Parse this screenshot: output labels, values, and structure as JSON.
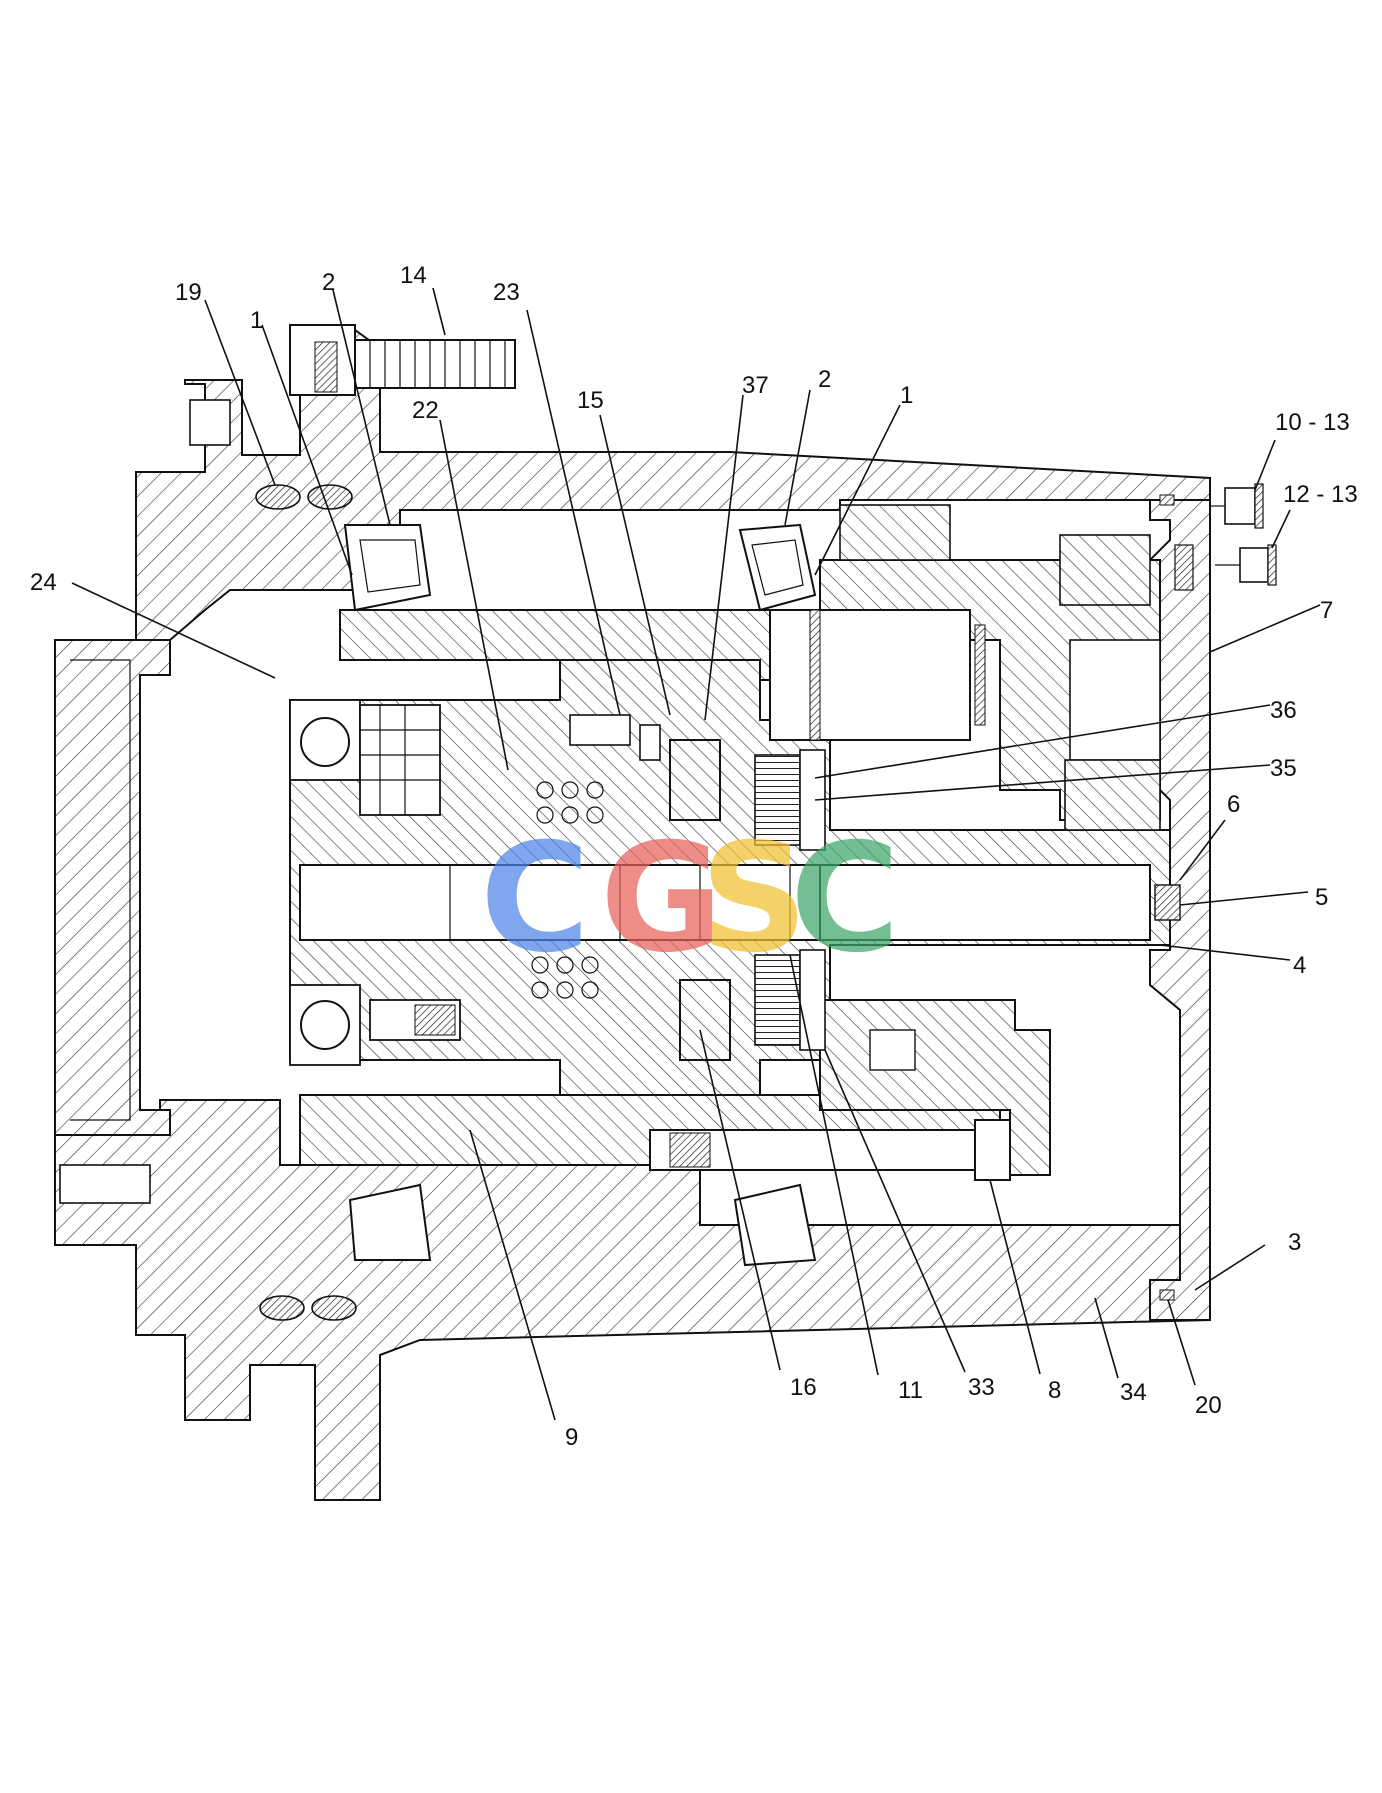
{
  "labels": {
    "l19": "19",
    "l1a": "1",
    "l2a": "2",
    "l14": "14",
    "l23": "23",
    "l22": "22",
    "l15": "15",
    "l37": "37",
    "l2b": "2",
    "l1b": "1",
    "l10_13": "10 - 13",
    "l12_13": "12 - 13",
    "l24": "24",
    "l7": "7",
    "l36": "36",
    "l35": "35",
    "l6": "6",
    "l5": "5",
    "l4": "4",
    "l3": "3",
    "l9": "9",
    "l16": "16",
    "l11": "11",
    "l33": "33",
    "l8": "8",
    "l34": "34",
    "l20": "20"
  },
  "watermark": {
    "c1": "C",
    "g": "G",
    "s": "S",
    "c2": "C",
    "colors": [
      "#4f86e8",
      "#e8605a",
      "#f2c230",
      "#3fa66a"
    ]
  },
  "colors": {
    "line": "#111111",
    "hatch": "#333333",
    "background": "#ffffff"
  }
}
